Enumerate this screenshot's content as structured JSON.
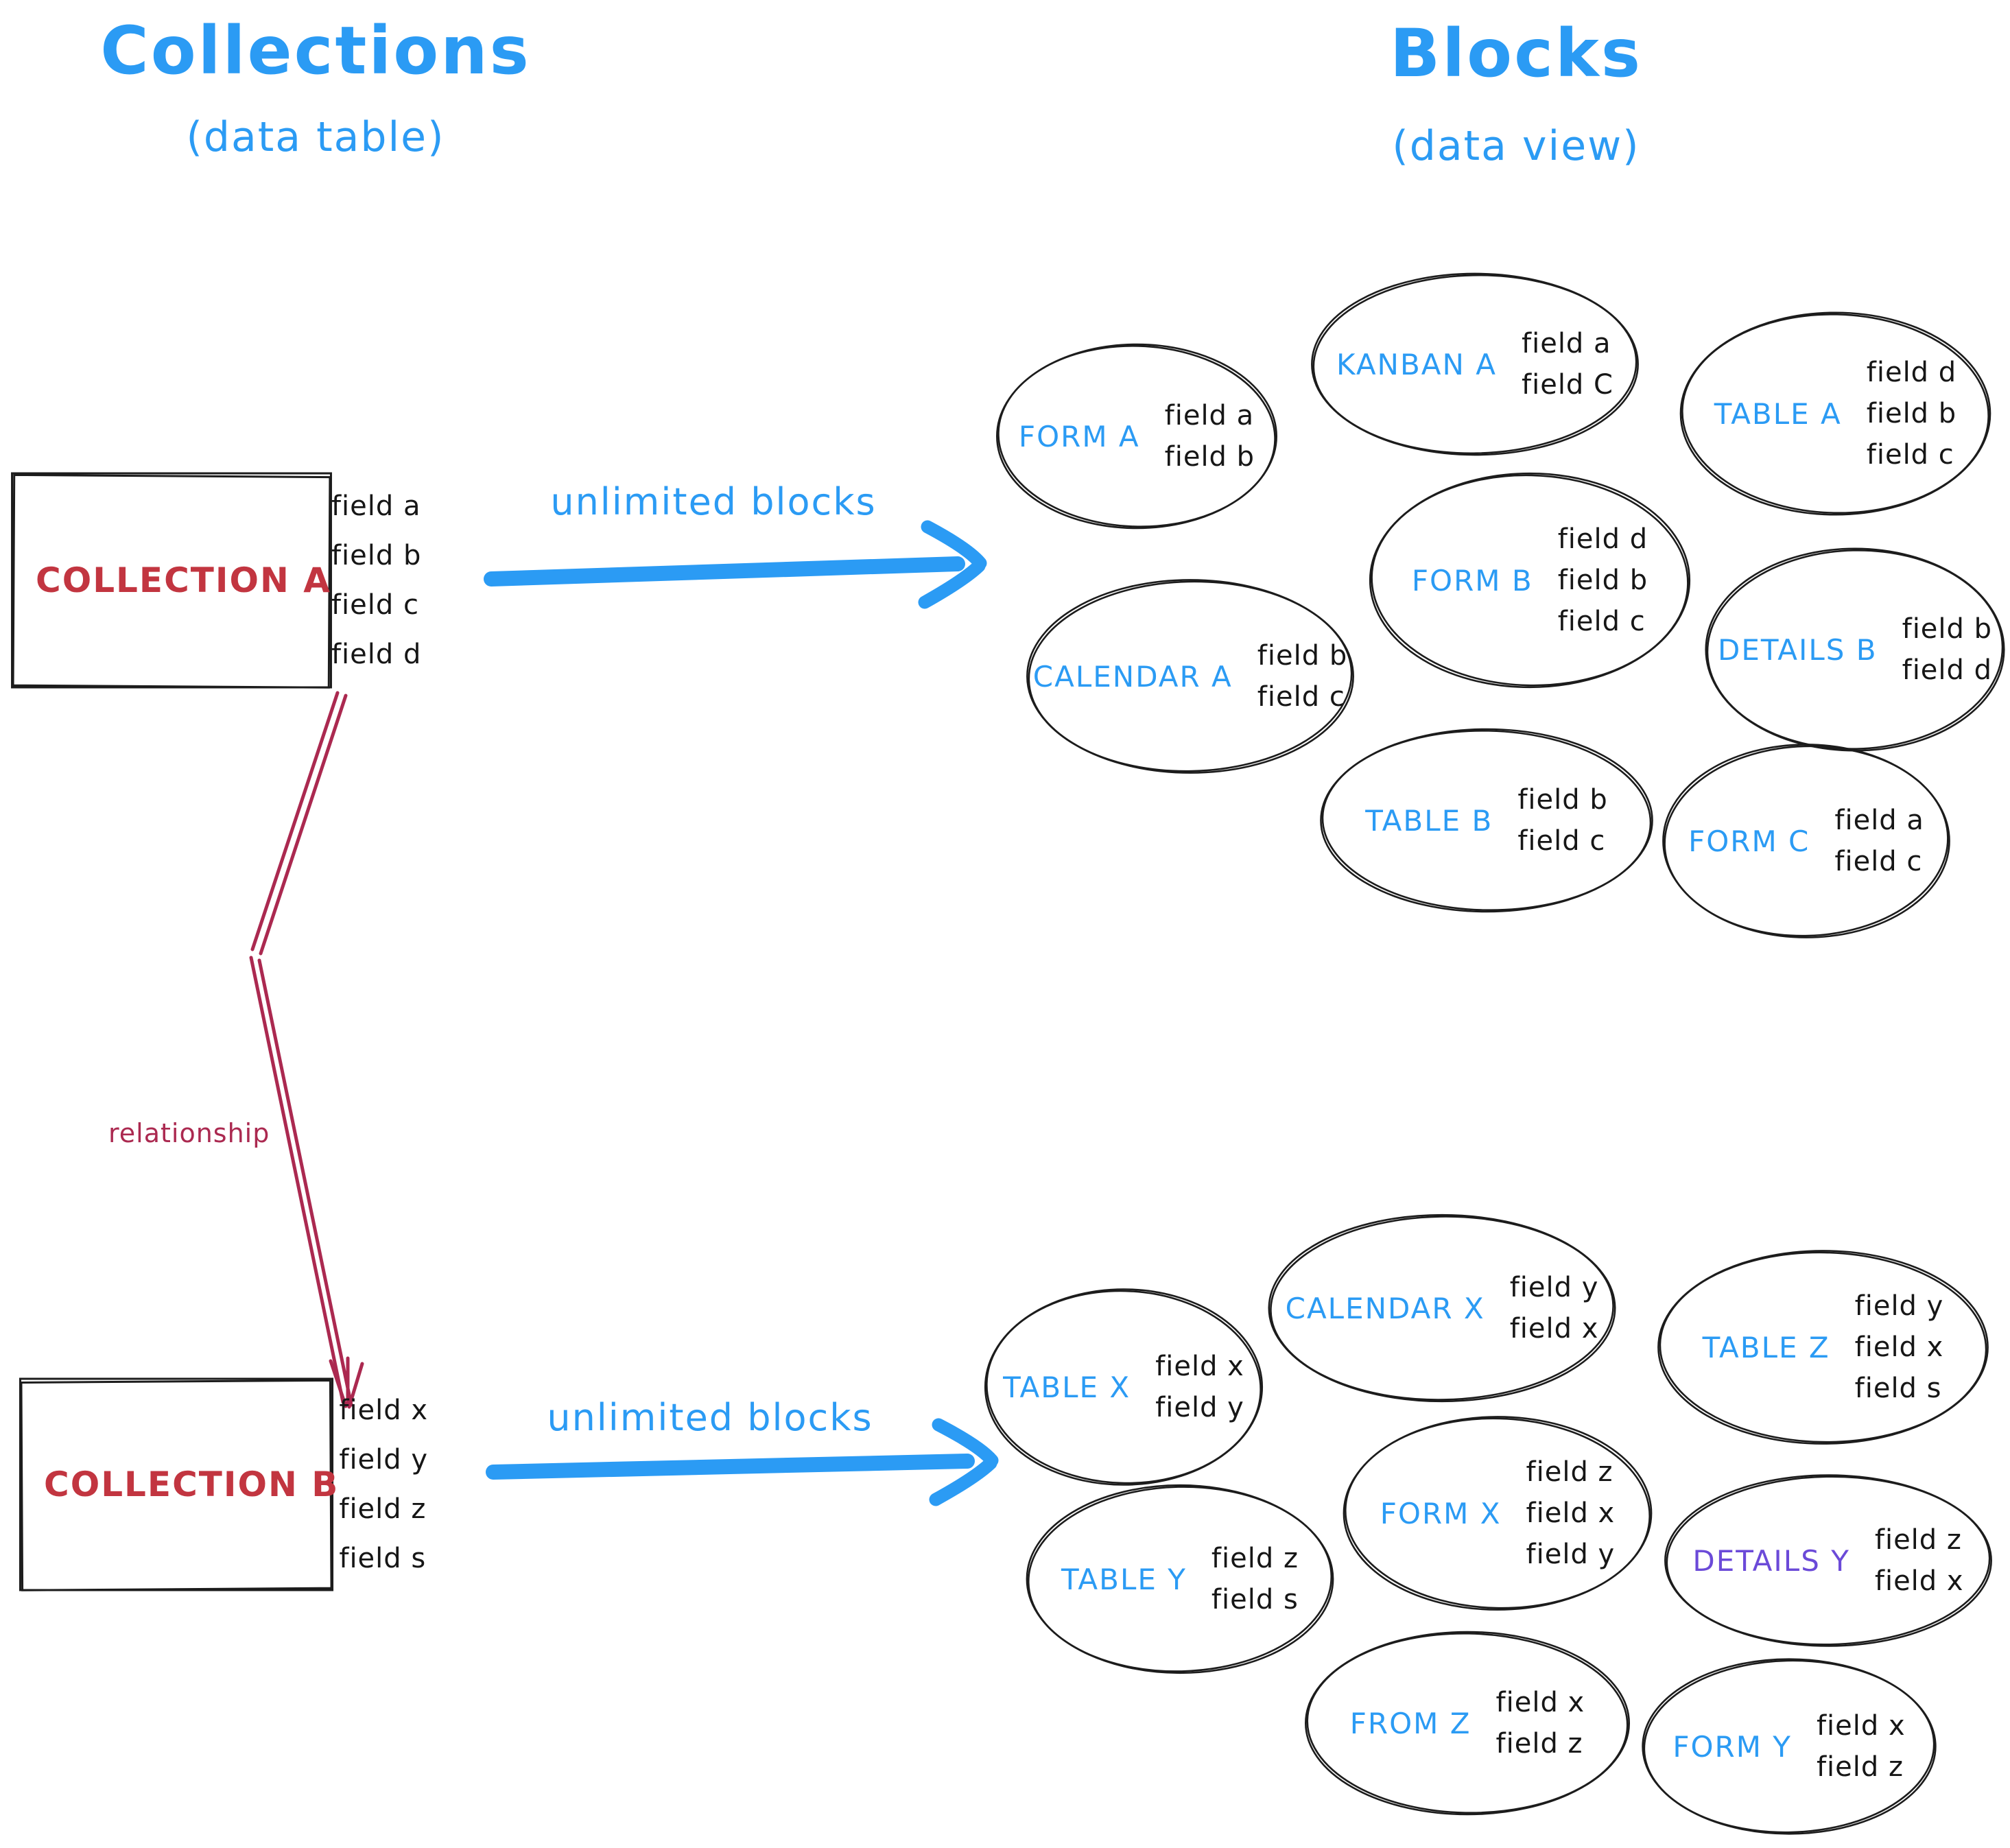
{
  "palette": {
    "blue": "#2b9bf4",
    "red": "#c23540",
    "crimson": "#ab2950",
    "purple": "#6b4ad8",
    "ink": "#161616"
  },
  "headers": {
    "left": {
      "title": "Collections",
      "subtitle": "(data table)"
    },
    "right": {
      "title": "Blocks",
      "subtitle": "(data view)"
    }
  },
  "collections": {
    "a": {
      "name": "COLLECTION A",
      "fields": [
        "field a",
        "field b",
        "field c",
        "field d"
      ]
    },
    "b": {
      "name": "COLLECTION B",
      "fields": [
        "field x",
        "field y",
        "field z",
        "field s"
      ]
    }
  },
  "arrows": {
    "a_label": "unlimited blocks",
    "b_label": "unlimited blocks",
    "relationship_label": "relationship"
  },
  "blocks_a": [
    {
      "label": "FORM A",
      "fields": [
        "field a",
        "field b"
      ]
    },
    {
      "label": "KANBAN A",
      "fields": [
        "field a",
        "field C"
      ]
    },
    {
      "label": "TABLE A",
      "fields": [
        "field d",
        "field b",
        "field c"
      ]
    },
    {
      "label": "CALENDAR A",
      "fields": [
        "field b",
        "field c"
      ]
    },
    {
      "label": "FORM B",
      "fields": [
        "field d",
        "field b",
        "field c"
      ]
    },
    {
      "label": "DETAILS B",
      "fields": [
        "field b",
        "field d"
      ]
    },
    {
      "label": "TABLE B",
      "fields": [
        "field b",
        "field c"
      ]
    },
    {
      "label": "FORM C",
      "fields": [
        "field a",
        "field c"
      ]
    }
  ],
  "blocks_b": [
    {
      "label": "TABLE X",
      "fields": [
        "field x",
        "field y"
      ]
    },
    {
      "label": "CALENDAR X",
      "fields": [
        "field y",
        "field x"
      ]
    },
    {
      "label": "TABLE Z",
      "fields": [
        "field y",
        "field x",
        "field s"
      ]
    },
    {
      "label": "TABLE Y",
      "fields": [
        "field z",
        "field s"
      ]
    },
    {
      "label": "FORM X",
      "fields": [
        "field z",
        "field x",
        "field y"
      ]
    },
    {
      "label": "DETAILS Y",
      "fields": [
        "field z",
        "field x"
      ]
    },
    {
      "label": "FROM Z",
      "fields": [
        "field x",
        "field z"
      ]
    },
    {
      "label": "FORM Y",
      "fields": [
        "field x",
        "field z"
      ]
    }
  ]
}
